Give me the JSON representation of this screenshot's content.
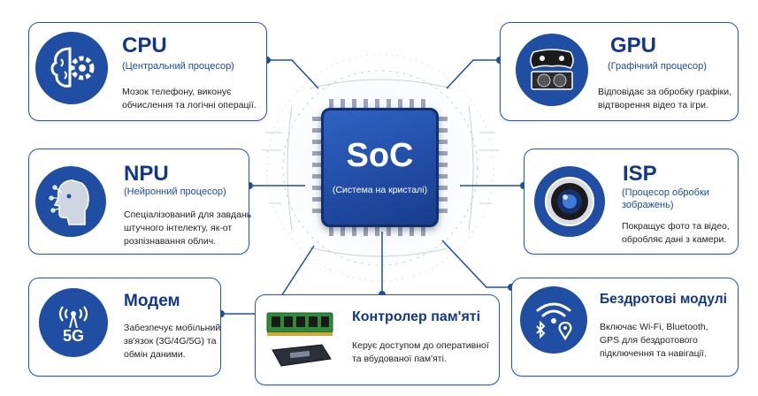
{
  "soc": {
    "title": "SoC",
    "subtitle": "(Система на кристалі)"
  },
  "cpu": {
    "title": "CPU",
    "subtitle": "(Центральний процесор)",
    "desc_1": "Мозок телефону, виконує",
    "desc_2": "обчислення та логічні операції.",
    "icon": "brain-gear-icon"
  },
  "gpu": {
    "title": "GPU",
    "subtitle": "(Графічний процесор)",
    "desc_1": "Відповідає за обробку графіки,",
    "desc_2": "відтворення відео та ігри.",
    "icon": "gamepad-graphics-card-icon"
  },
  "npu": {
    "title": "NPU",
    "subtitle": "(Нейронний процесор)",
    "desc_1": "Спеціалізований для завдань",
    "desc_2": "штучного інтелекту, як-от",
    "desc_3": "розпізнавання облич.",
    "icon": "ai-head-icon"
  },
  "isp": {
    "title": "ISP",
    "subtitle_1": "(Процесор обробки",
    "subtitle_2": "зображень)",
    "desc_1": "Покращує фото та відео,",
    "desc_2": "обробляє дані з камери.",
    "icon": "camera-lens-icon"
  },
  "modem": {
    "title": "Модем",
    "desc_1": "Забезпечує мобільний",
    "desc_2": "зв'язок (3G/4G/5G) та",
    "desc_3": "обмін даними.",
    "badge": "5G",
    "icon": "antenna-5g-icon"
  },
  "memory": {
    "title": "Контролер пам'яті",
    "desc_1": "Керує доступом до оперативної",
    "desc_2": "та вбудованої пам'яті.",
    "icon": "ram-module-icon"
  },
  "wireless": {
    "title": "Бездротові модулі",
    "desc_1": "Включає Wi-Fi, Bluetooth,",
    "desc_2": "GPS для бездротового",
    "desc_3": "підключення та навігації.",
    "icon": "wifi-bluetooth-gps-icon"
  },
  "colors": {
    "primary": "#1f4ea3",
    "title": "#12378a",
    "border": "#2a56a8"
  }
}
